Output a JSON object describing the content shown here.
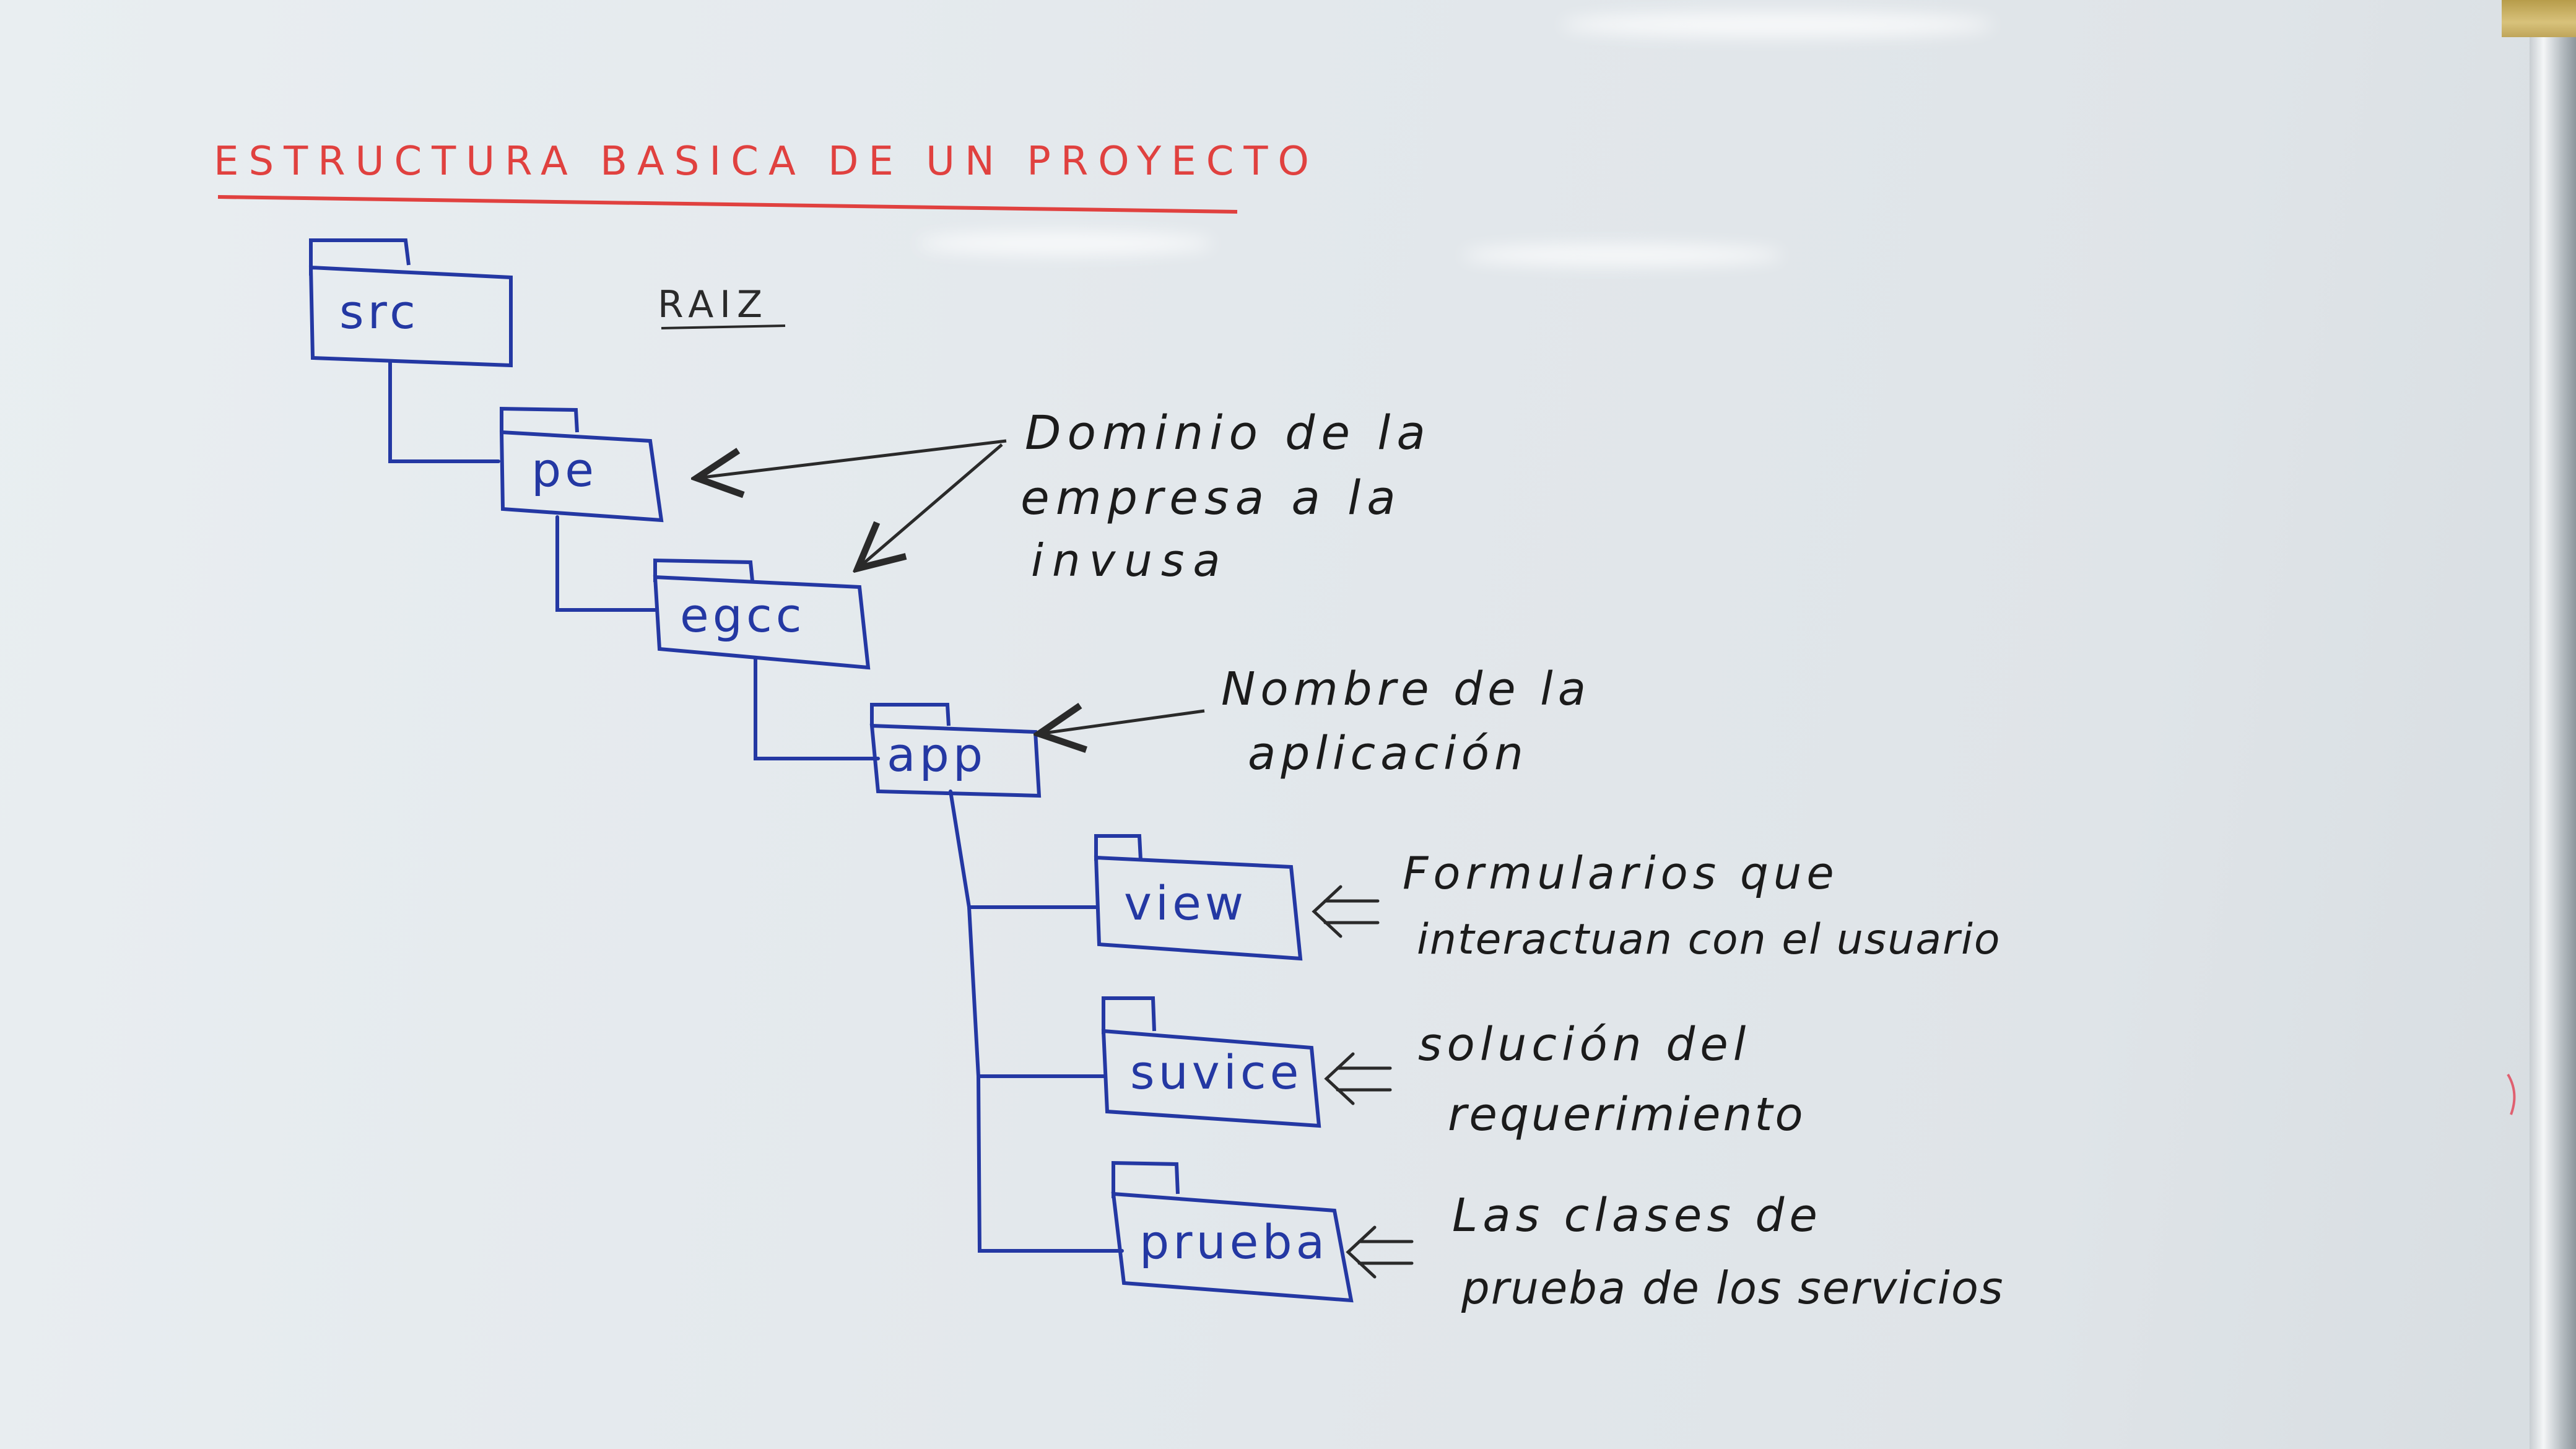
{
  "title": "ESTRUCTURA BASICA DE UN PROYECTO",
  "root_label": "RAIZ",
  "folders": {
    "src": "src",
    "pe": "pe",
    "egcc": "egcc",
    "app": "app",
    "view": "view",
    "service": "suvice",
    "prueba": "prueba"
  },
  "notes": {
    "domain": [
      "Dominio de la",
      "empresa a la",
      "invusa"
    ],
    "app_name": [
      "Nombre de la",
      "aplicación"
    ],
    "view": [
      "Formularios que",
      "interactuan con el usuario"
    ],
    "service": [
      "solución del",
      "requerimiento"
    ],
    "prueba": [
      "Las clases de",
      "prueba de los servicios"
    ]
  },
  "colors": {
    "folder_ink": "#2438a3",
    "title_ink": "#e0413f",
    "note_ink": "#1b1b1b"
  }
}
